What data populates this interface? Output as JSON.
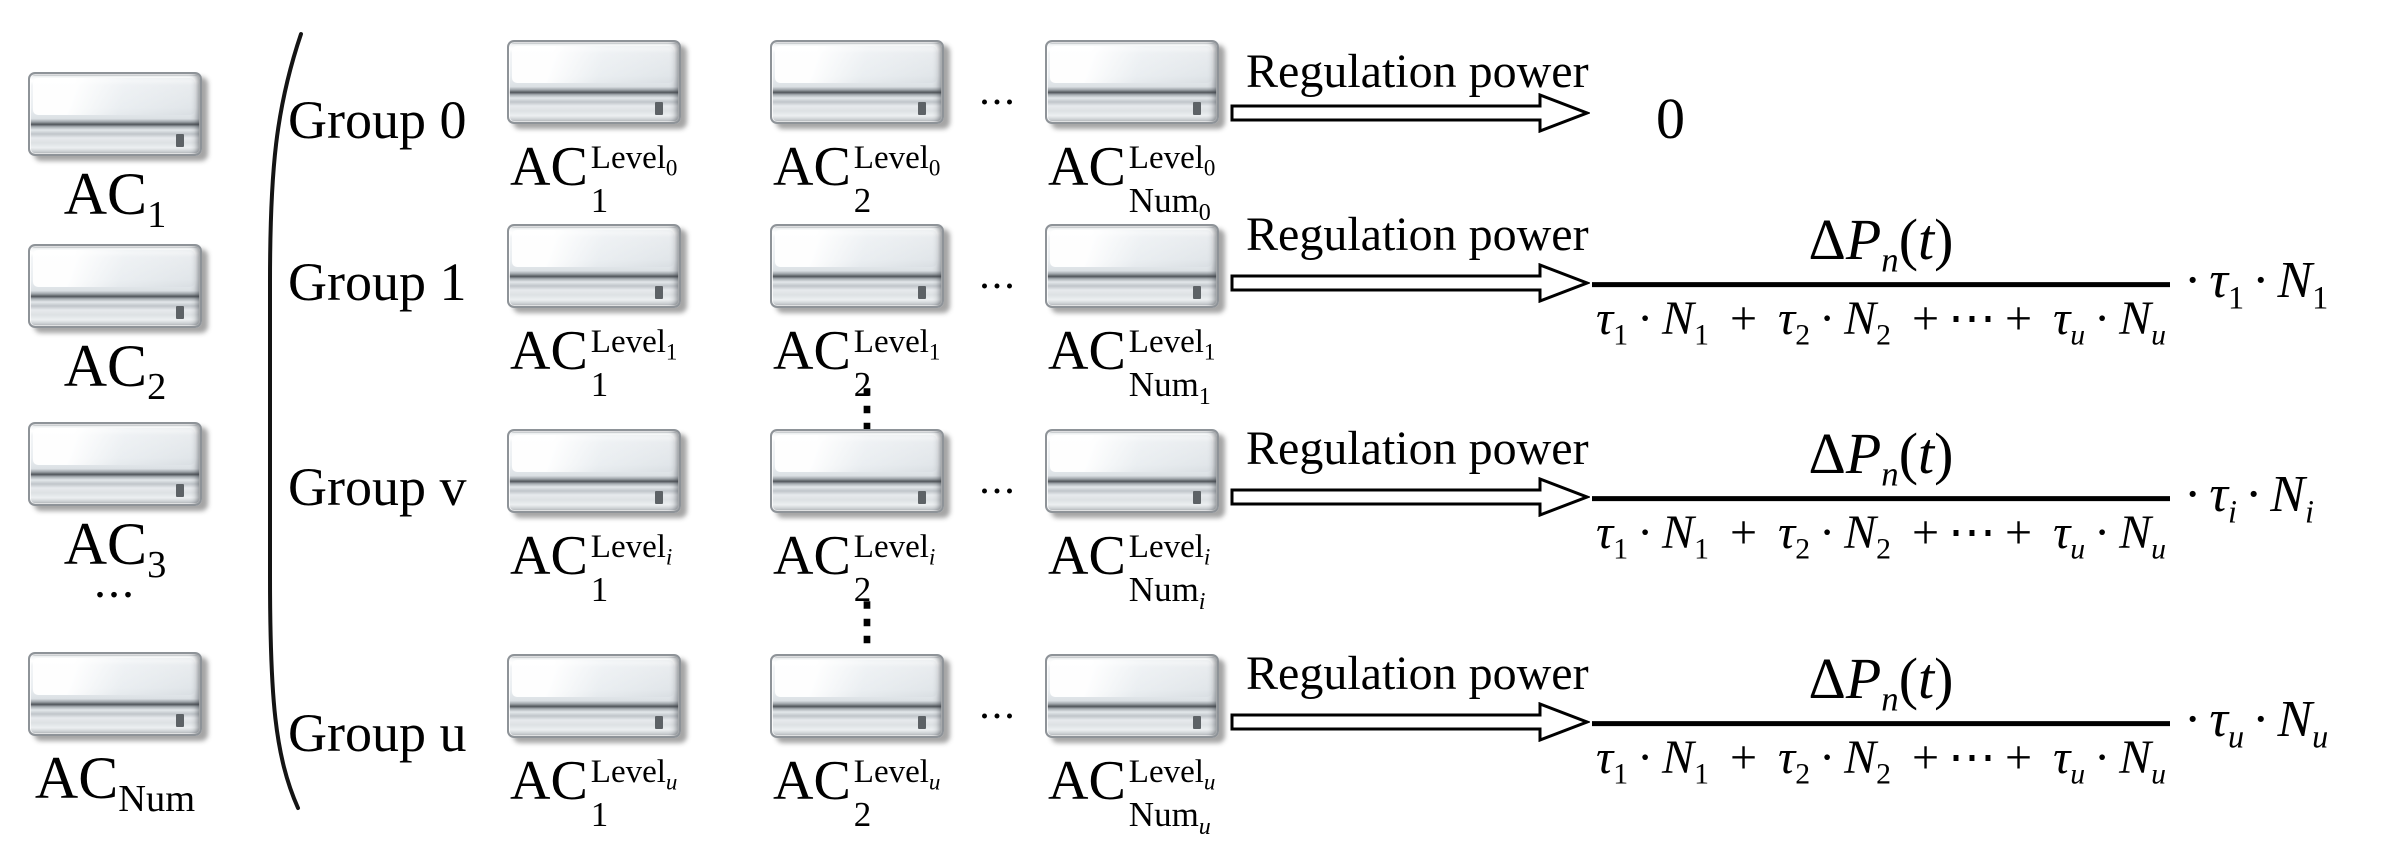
{
  "colors": {
    "background": "#ffffff",
    "text": "#000000"
  },
  "left_column": {
    "ellipsis": "...",
    "units": [
      {
        "base": "AC",
        "sub": "1"
      },
      {
        "base": "AC",
        "sub": "2"
      },
      {
        "base": "AC",
        "sub": "3"
      },
      {
        "base": "AC",
        "sub": "Num"
      }
    ]
  },
  "groups": [
    {
      "label": "Group 0",
      "level_index": "0",
      "arrow_label": "Regulation power",
      "output_zero": "0"
    },
    {
      "label": "Group 1",
      "level_index": "1",
      "arrow_label": "Regulation power",
      "tail_index": "1"
    },
    {
      "label": "Group v",
      "level_index": "i",
      "arrow_label": "Regulation power",
      "tail_index": "i"
    },
    {
      "label": "Group u",
      "level_index": "u",
      "arrow_label": "Regulation power",
      "tail_index": "u"
    }
  ],
  "math": {
    "ac": "AC",
    "level": "Level",
    "num": "Num",
    "sub1": "1",
    "sub2": "2",
    "delta": "Δ",
    "P": "P",
    "n": "n",
    "lparen": "(",
    "t": "t",
    "rparen": ")",
    "tau": "τ",
    "N": "N",
    "dot": "·",
    "plus": "+",
    "cdots": "⋯"
  },
  "ellipses": {
    "horizontal": "...",
    "vertical": "⋮"
  }
}
